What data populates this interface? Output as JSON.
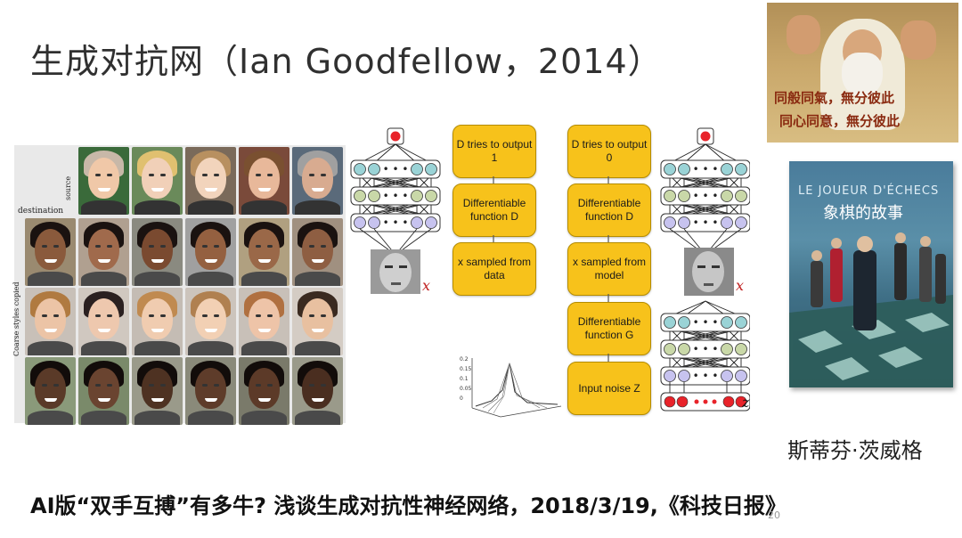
{
  "slide": {
    "title": "生成对抗网（Ian Goodfellow，2014）",
    "page_number": "20",
    "footer": "AI版“双手互搏”有多牛? 浅谈生成对抗性神经网络，2018/3/19,《科技日报》"
  },
  "faces_panel": {
    "source_label": "source",
    "destination_label": "destination",
    "styles_label": "Coarse styles copied"
  },
  "gan_diagram": {
    "left_column": {
      "top": "D tries to output 1",
      "middle": "Differentiable function D",
      "bottom": "x sampled from data"
    },
    "right_column": {
      "top": "D tries to output 0",
      "middle_d": "Differentiable function D",
      "sample": "x sampled from model",
      "middle_g": "Differentiable function G",
      "noise": "Input noise Z"
    },
    "x_symbol": "x",
    "z_symbol": "z",
    "plot_ticks": [
      "0.2",
      "0.15",
      "0.1",
      "0.05",
      "0"
    ]
  },
  "photo": {
    "subtitle_line1": "同般同氣，無分彼此",
    "subtitle_line2": "同心同意，無分彼此"
  },
  "book": {
    "title_latin": "LE JOUEUR D'ÉCHECS",
    "title_cn": "象棋的故事",
    "caption": "斯蒂芬·茨威格"
  },
  "colors": {
    "box_fill": "#f7c21b",
    "output_node": "#e8232a",
    "node_teal": "#9ad3d6",
    "node_green": "#c9d8a8",
    "node_violet": "#c7c3ef"
  }
}
